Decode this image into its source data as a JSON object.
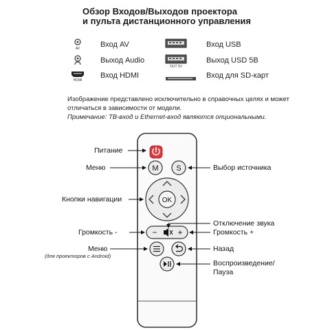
{
  "title": {
    "line1": "Обзор Входов/Выходов проектора",
    "line2": "и пульта дистанционного управления"
  },
  "ports_left": [
    {
      "icon": "av-port-icon",
      "sub": "AV",
      "label": "Вход AV"
    },
    {
      "icon": "audio-port-icon",
      "sub": "",
      "label": "Выход Audio"
    },
    {
      "icon": "hdmi-port-icon",
      "sub": "HDMI",
      "label": "Вход HDMI"
    }
  ],
  "ports_right": [
    {
      "icon": "usb-port-icon",
      "sub": "",
      "label": "Вход USB"
    },
    {
      "icon": "usb-power-port-icon",
      "sub": "OUT 5V",
      "label": "Выход USD 5В"
    },
    {
      "icon": "sd-card-slot-icon",
      "sub": "",
      "label": "Вход для SD-карт"
    }
  ],
  "disclaimer": {
    "line1": "Изображение представлено исключительно в справочных целях и может",
    "line2": "отличаться в зависимости от модели.",
    "note": "Примечание: ТВ-вход и Ethernet-вход являются опциональными."
  },
  "remote": {
    "buttons": {
      "power_icon": "power-icon",
      "menu": "M",
      "source": "S",
      "ok": "OK",
      "vol_minus": "−",
      "vol_plus": "+",
      "mute_icon": "speaker-mute-icon",
      "list_icon": "hamburger-menu-icon",
      "back_icon": "back-arrow-icon",
      "play_icon": "play-pause-icon"
    },
    "callouts": {
      "power": "Питание",
      "menu": "Меню",
      "nav": "Кнопки навигации",
      "vol_minus": "Громкость -",
      "menu_android": "Меню",
      "menu_android_note": "(для проекторов с Android)",
      "source": "Выбор источника",
      "mute": "Отключение звука",
      "vol_plus": "Громкость +",
      "back": "Назад",
      "play_pause_1": "Воспроизведение/",
      "play_pause_2": "Пауза"
    }
  },
  "colors": {
    "power_button": "#e0373c",
    "button_fill": "#ececec",
    "outline": "#333333"
  }
}
